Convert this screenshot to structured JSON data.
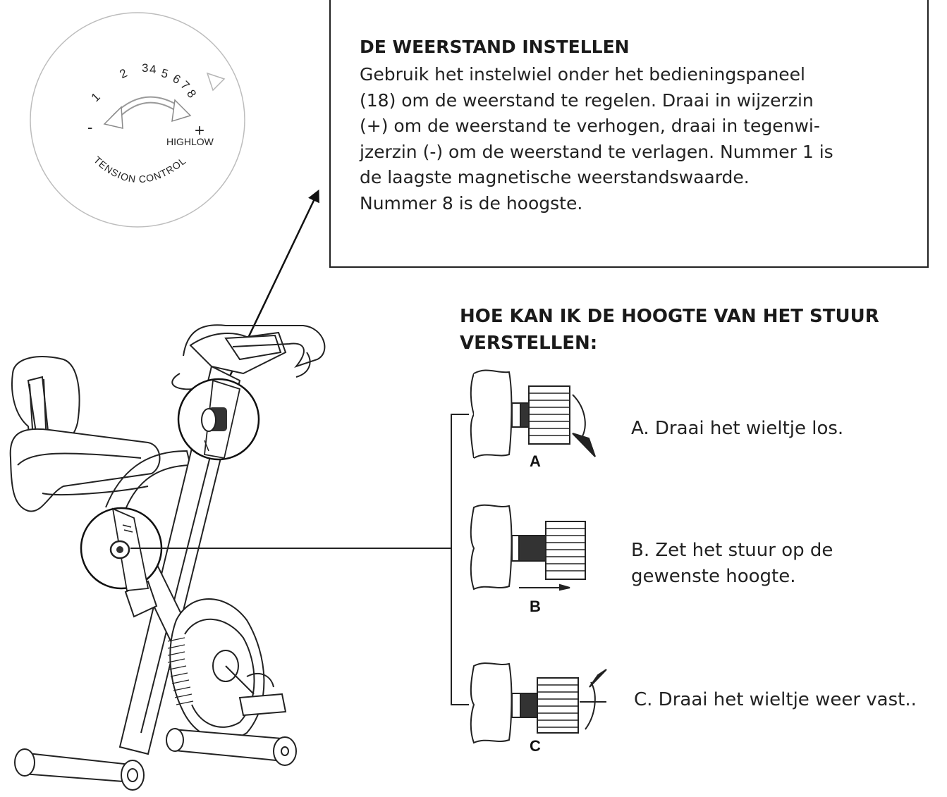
{
  "resistance": {
    "title": "DE WEERSTAND INSTELLEN",
    "lines": [
      "Gebruik het instelwiel onder het bedieningspaneel",
      "(18) om de weerstand te regelen. Draai in wijzerzin",
      "(+) om de weerstand te verhogen, draai in tegenwi-",
      "jzerzin (-) om de weerstand te verlagen. Nummer 1 is",
      "de laagste magnetische weerstandswaarde.",
      "Nummer 8 is de hoogste."
    ]
  },
  "dial": {
    "numbers": [
      "1",
      "2",
      "3",
      "4",
      "5",
      "6",
      "7",
      "8"
    ],
    "minus": "-",
    "plus": "+",
    "high_low": "HIGHLOW",
    "tension_control": "TENSION CONTROL"
  },
  "handlebar": {
    "title_lines": [
      "HOE KAN IK DE HOOGTE VAN HET STUUR",
      "VERSTELLEN:"
    ],
    "steps": [
      {
        "letter": "A",
        "lines": [
          "A. Draai het wieltje los."
        ]
      },
      {
        "letter": "B",
        "lines": [
          "B. Zet het stuur op de",
          "gewenste hoogte."
        ]
      },
      {
        "letter": "C",
        "lines": [
          "C. Draai het wieltje weer vast.."
        ]
      }
    ]
  },
  "colors": {
    "ink": "#1a1a1a",
    "paper": "#ffffff",
    "dial_ring": "#bdbdbd"
  }
}
